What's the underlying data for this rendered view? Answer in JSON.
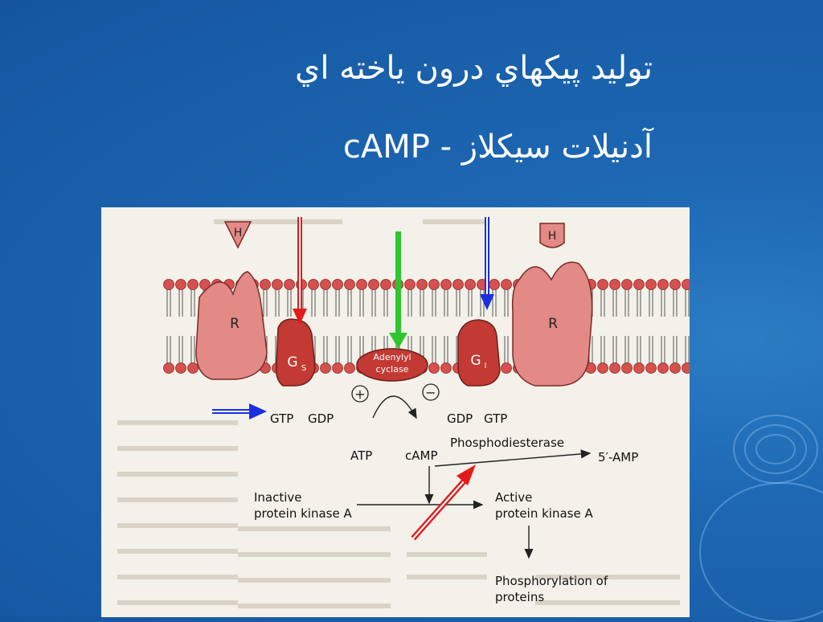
{
  "slide": {
    "title_line1": "توليد پيکهاي درون ياخته اي",
    "title_line2": "آدنيلات سيکلاز - cAMP"
  },
  "figure": {
    "hormone_left": "H",
    "hormone_right": "H",
    "receptor_left": "R",
    "receptor_right": "R",
    "gs_label": "G",
    "gs_sub": "S",
    "gi_label": "G",
    "gi_sub": "I",
    "enzyme_line1": "Adenylyl",
    "enzyme_line2": "cyclase",
    "plus_sign": "+",
    "minus_sign": "−",
    "gtp_left": "GTP",
    "gdp_left": "GDP",
    "gdp_right": "GDP",
    "gtp_right": "GTP",
    "atp": "ATP",
    "camp": "cAMP",
    "phosphodiesterase": "Phosphodiesterase",
    "amp_5": "5′-AMP",
    "inactive_line1": "Inactive",
    "inactive_line2": "protein kinase A",
    "active_line1": "Active",
    "active_line2": "protein kinase A",
    "phospho_line1": "Phosphorylation of",
    "phospho_line2": "proteins"
  },
  "colors": {
    "background": "#1a5fa8",
    "membrane_head": "#d4514f",
    "receptor": "#e38a86",
    "g_protein": "#c23a33",
    "arrow_red": "#e31b1b",
    "arrow_green": "#2ec52e",
    "arrow_blue": "#1a2fe0"
  }
}
